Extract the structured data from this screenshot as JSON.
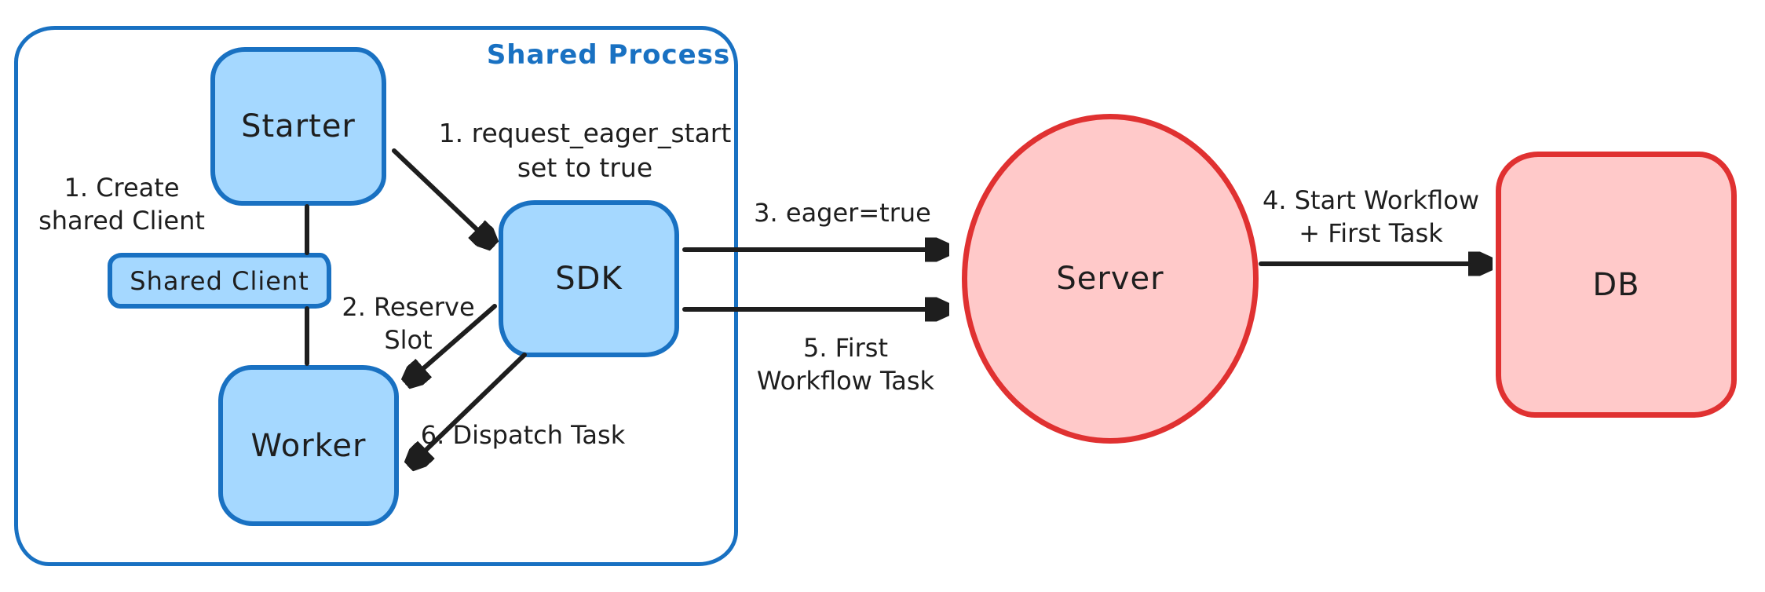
{
  "diagram": {
    "container_label": "Shared Process",
    "colors": {
      "blue_stroke": "#1971c2",
      "blue_fill": "#a5d8ff",
      "red_stroke": "#e03131",
      "red_fill": "#ffc9c9",
      "ink": "#1e1e1e"
    },
    "nodes": {
      "starter": {
        "label": "Starter"
      },
      "shared_client": {
        "label": "Shared Client"
      },
      "sdk": {
        "label": "SDK"
      },
      "worker": {
        "label": "Worker"
      },
      "server": {
        "label": "Server"
      },
      "db": {
        "label": "DB"
      }
    },
    "annotations": {
      "create_client": {
        "line1": "1. Create",
        "line2": "shared Client"
      },
      "request_eager": {
        "line1": "1. request_eager_start",
        "line2": "set to true"
      },
      "reserve_slot": {
        "line1": "2. Reserve",
        "line2": "Slot"
      },
      "eager_true": {
        "text": "3. eager=true"
      },
      "start_workflow": {
        "line1": "4. Start Workflow",
        "line2": "+ First Task"
      },
      "first_workflow_task": {
        "line1": "5. First",
        "line2": "Workflow Task"
      },
      "dispatch_task": {
        "text": "6. Dispatch Task"
      }
    }
  }
}
